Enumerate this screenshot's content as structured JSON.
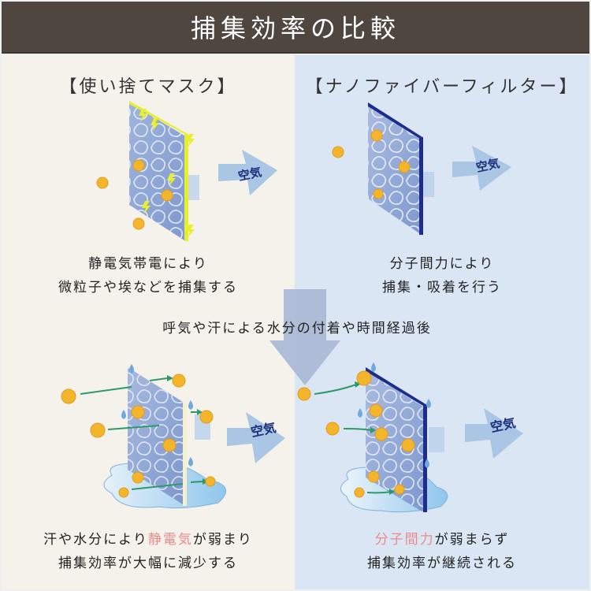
{
  "header": {
    "title": "捕集効率の比較"
  },
  "colors": {
    "header_bg": "#4f4640",
    "left_bg": "#f4f2ea",
    "right_bg": "#dbe6f4",
    "accent_pink": "#ef8a8a",
    "mask_edge": "#e6ef2a",
    "filter_edge": "#1e2d8c",
    "arrow_fill": "#a9c6e4",
    "particle": "#f2b52c"
  },
  "left": {
    "title": "【使い捨てマスク】",
    "top_desc": [
      "静電気帯電により",
      "微粒子や埃などを捕集する"
    ],
    "bottom_desc": {
      "line1_pre": "汗や水分により",
      "line1_accent": "静電気",
      "line1_post": "が弱まり",
      "line2": "捕集効率が大幅に減少する"
    },
    "air_label_top": "空気",
    "air_label_bottom": "空気"
  },
  "right": {
    "title": "【ナノファイバーフィルター】",
    "top_desc": [
      "分子間力により",
      "捕集・吸着を行う"
    ],
    "bottom_desc": {
      "line1_accent": "分子間力",
      "line1_post": "が弱まらず",
      "line2": "捕集効率が継続される"
    },
    "air_label_top": "空気",
    "air_label_bottom": "空気"
  },
  "transition": {
    "text": "呼気や汗による水分の付着や時間経過後"
  }
}
